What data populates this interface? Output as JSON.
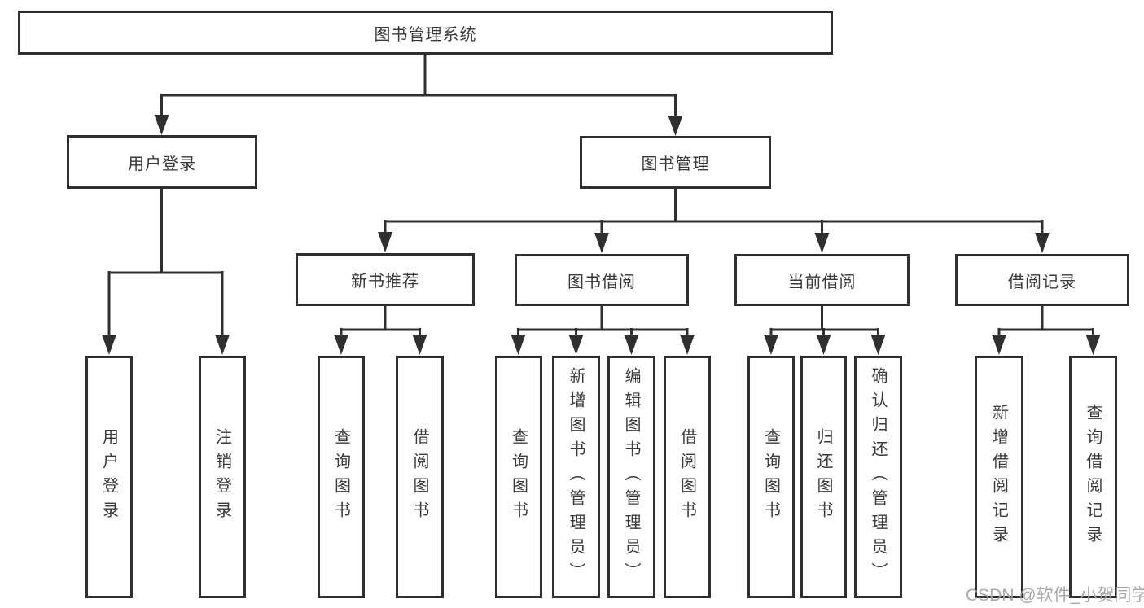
{
  "tree": {
    "root": {
      "label": "图书管理系统"
    },
    "user_login": {
      "label": "用户登录",
      "children": [
        "用户登录",
        "注销登录"
      ]
    },
    "book_mgmt": {
      "label": "图书管理",
      "sections": [
        {
          "label": "新书推荐",
          "children": [
            "查询图书",
            "借阅图书"
          ]
        },
        {
          "label": "图书借阅",
          "children": [
            "查询图书",
            "新增图书（管理员）",
            "编辑图书（管理员）",
            "借阅图书"
          ]
        },
        {
          "label": "当前借阅",
          "children": [
            "查询图书",
            "归还图书",
            "确认归还（管理员）"
          ]
        },
        {
          "label": "借阅记录",
          "children": [
            "新增借阅记录",
            "查询借阅记录"
          ]
        }
      ]
    }
  },
  "watermark": "CSDN @软件_小贺同学",
  "colors": {
    "line": "#2f2f2f",
    "text": "#3a3a3a",
    "watermark": "#a4a4a4",
    "background": "#ffffff"
  }
}
